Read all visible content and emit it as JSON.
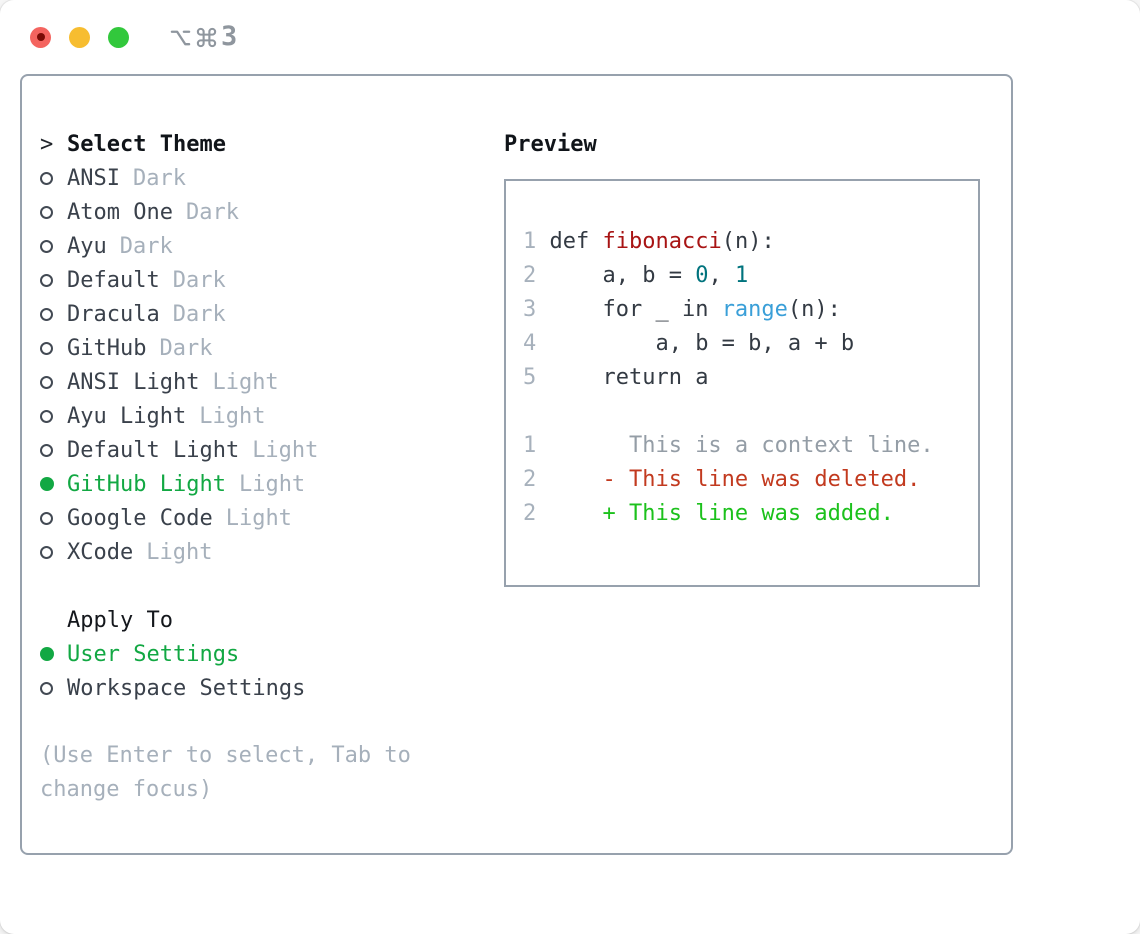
{
  "window": {
    "traffic_lights": [
      {
        "name": "close",
        "color": "#f4645f",
        "dot_color": "#7a0b05"
      },
      {
        "name": "minimize",
        "color": "#f7bd30"
      },
      {
        "name": "zoom",
        "color": "#32c83c"
      }
    ],
    "title_shortcut": {
      "modifiers": [
        "option",
        "command"
      ],
      "key": "3"
    }
  },
  "theme_picker": {
    "header_prefix": ">",
    "header": "Select Theme",
    "items": [
      {
        "name": "ANSI",
        "tag": "Dark",
        "selected": false
      },
      {
        "name": "Atom One",
        "tag": "Dark",
        "selected": false
      },
      {
        "name": "Ayu",
        "tag": "Dark",
        "selected": false
      },
      {
        "name": "Default",
        "tag": "Dark",
        "selected": false
      },
      {
        "name": "Dracula",
        "tag": "Dark",
        "selected": false
      },
      {
        "name": "GitHub",
        "tag": "Dark",
        "selected": false
      },
      {
        "name": "ANSI Light",
        "tag": "Light",
        "selected": false
      },
      {
        "name": "Ayu Light",
        "tag": "Light",
        "selected": false
      },
      {
        "name": "Default Light",
        "tag": "Light",
        "selected": false
      },
      {
        "name": "GitHub Light",
        "tag": "Light",
        "selected": true
      },
      {
        "name": "Google Code",
        "tag": "Light",
        "selected": false
      },
      {
        "name": "XCode",
        "tag": "Light",
        "selected": false
      }
    ],
    "apply_to_header": "Apply To",
    "apply_to_options": [
      {
        "name": "User Settings",
        "selected": true
      },
      {
        "name": "Workspace Settings",
        "selected": false
      }
    ],
    "hint": "(Use Enter to select, Tab to change focus)"
  },
  "preview": {
    "header": "Preview",
    "code_lines": [
      {
        "num": "1",
        "tokens": [
          {
            "text": " def ",
            "style": "code"
          },
          {
            "text": "fibonacci",
            "style": "function"
          },
          {
            "text": "(n):",
            "style": "code"
          }
        ]
      },
      {
        "num": "2",
        "tokens": [
          {
            "text": "     a, b = ",
            "style": "code"
          },
          {
            "text": "0",
            "style": "number"
          },
          {
            "text": ", ",
            "style": "code"
          },
          {
            "text": "1",
            "style": "number"
          }
        ]
      },
      {
        "num": "3",
        "tokens": [
          {
            "text": "     for _ in ",
            "style": "code"
          },
          {
            "text": "range",
            "style": "builtin"
          },
          {
            "text": "(n):",
            "style": "code"
          }
        ]
      },
      {
        "num": "4",
        "tokens": [
          {
            "text": "         a, b = b, a + b",
            "style": "code"
          }
        ]
      },
      {
        "num": "5",
        "tokens": [
          {
            "text": "     return a",
            "style": "code"
          }
        ]
      }
    ],
    "diff_lines": [
      {
        "num": "1",
        "tokens": [
          {
            "text": "       This is a context line.",
            "style": "context"
          }
        ]
      },
      {
        "num": "2",
        "tokens": [
          {
            "text": "     - This line was deleted.",
            "style": "deleted"
          }
        ]
      },
      {
        "num": "2",
        "tokens": [
          {
            "text": "     + This line was added.",
            "style": "added"
          }
        ]
      }
    ]
  },
  "colors": {
    "selection_green": "#12a843",
    "added_green": "#1cc11c",
    "deleted_red": "#c23a1f",
    "function_red": "#a81414",
    "number_teal": "#00737d",
    "builtin_blue": "#3a9fd8",
    "muted_gray": "#a6b0bb",
    "line_number_gray": "#a7b1bc",
    "border_gray": "#97a1ad",
    "code_fg": "#333a43",
    "titlebar_gray": "#8f969e"
  }
}
